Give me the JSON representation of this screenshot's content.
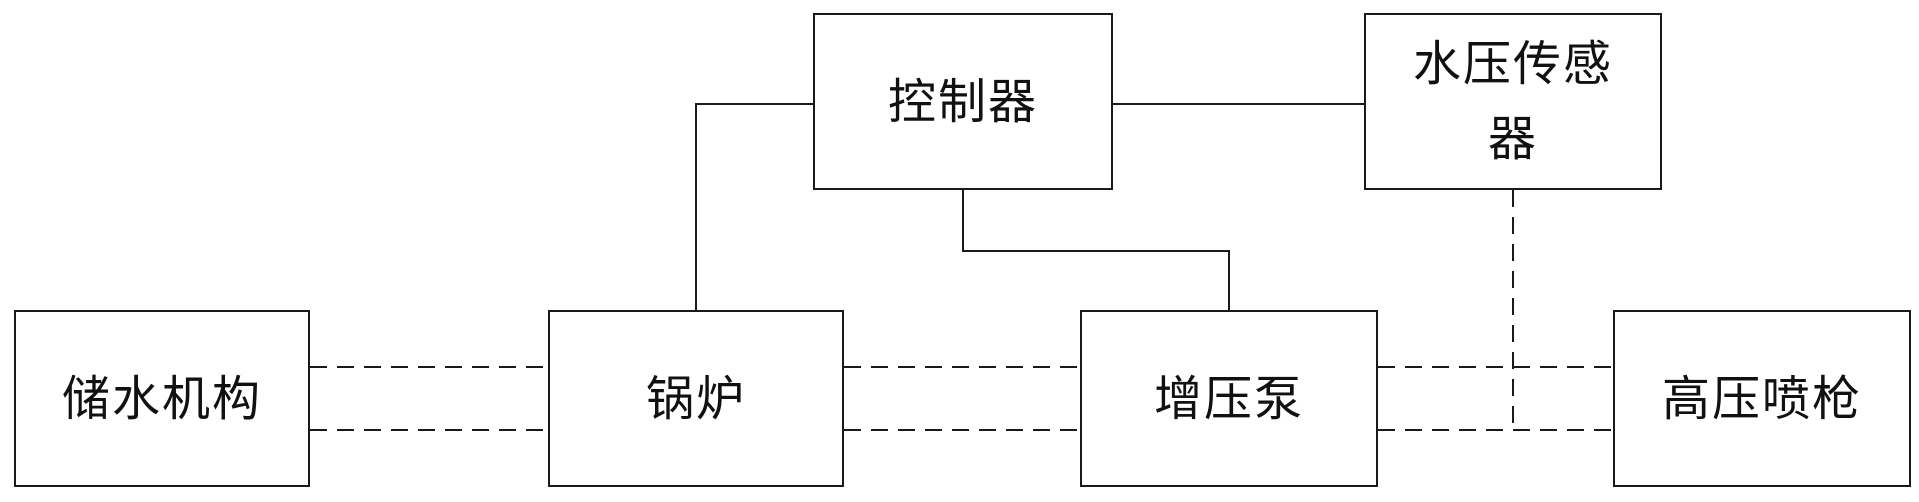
{
  "blocks": {
    "water_storage": "储水机构",
    "boiler": "锅炉",
    "booster_pump": "增压泵",
    "high_pressure_gun": "高压喷枪",
    "controller": "控制器",
    "water_pressure_sensor": "水压传感器"
  },
  "colors": {
    "stroke": "#1a1a1a",
    "background": "#ffffff"
  }
}
